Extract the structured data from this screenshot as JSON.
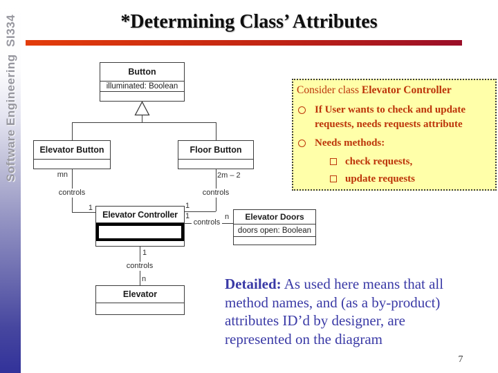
{
  "sidebar": {
    "label": "Software Engineering  SI334"
  },
  "title": "*Determining Class’ Attributes",
  "page_number": "7",
  "colors": {
    "rule_left": "#e33d0b",
    "rule_right": "#9a0e28",
    "note_bg": "#ffffa9",
    "note_text": "#bc3409",
    "detailed_text": "#3a3aa6",
    "sidebar_bottom": "#32329a"
  },
  "diagram": {
    "classes": [
      {
        "name": "Button",
        "attribute": "illuminated: Boolean"
      },
      {
        "name": "Elevator Button"
      },
      {
        "name": "Floor Button"
      },
      {
        "name": "Elevator Controller"
      },
      {
        "name": "Elevator Doors",
        "attribute": "doors open: Boolean"
      },
      {
        "name": "Elevator"
      }
    ],
    "labels": {
      "mn": "mn",
      "two_m_minus_2": "2m – 2",
      "controls": "controls",
      "one": "1",
      "n": "n"
    }
  },
  "note": {
    "intro_regular": "Consider class ",
    "intro_bold": "Elevator Controller",
    "bullet1_line1": "If User wants to check and update",
    "bullet1_line2": "requests, needs requests attribute",
    "bullet2": "Needs methods:",
    "sub1": "check requests,",
    "sub2": "update requests"
  },
  "detailed": {
    "lead": "Detailed:",
    "line1": " As used here means that all",
    "line2": "method names, and (as a by-product)",
    "line3": "attributes ID’d by designer, are",
    "line4": "represented on the diagram"
  }
}
